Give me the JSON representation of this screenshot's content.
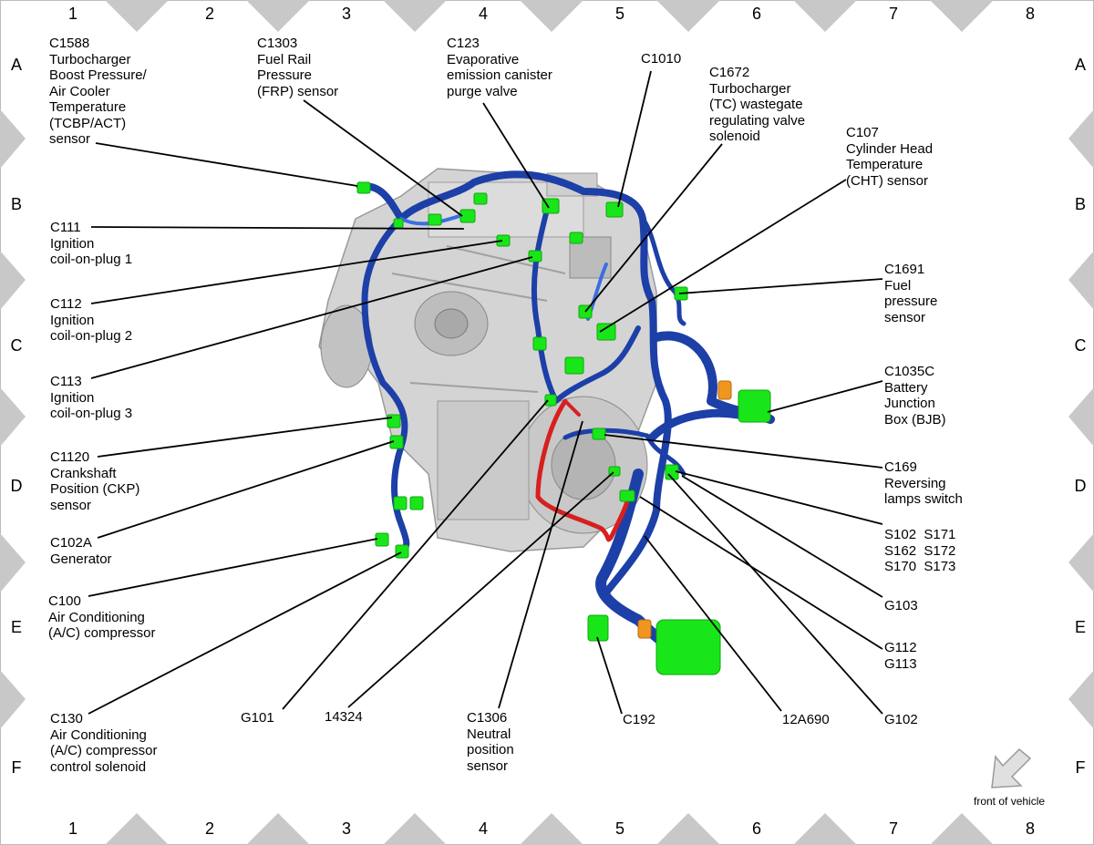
{
  "grid": {
    "columns": [
      "1",
      "2",
      "3",
      "4",
      "5",
      "6",
      "7",
      "8"
    ],
    "rows": [
      "A",
      "B",
      "C",
      "D",
      "E",
      "F"
    ]
  },
  "colors": {
    "harness": "#1c3fa8",
    "harness_highlight": "#3a6fe0",
    "connector": "#19e619",
    "red_wire": "#d81f1f",
    "orange_part": "#f0961e",
    "border_triangle": "#c8c8c8",
    "engine": "#d2d2d2"
  },
  "labels": {
    "c1588": "C1588\nTurbocharger\nBoost Pressure/\nAir Cooler\nTemperature\n(TCBP/ACT)\nsensor",
    "c1303": "C1303\nFuel Rail\nPressure\n(FRP) sensor",
    "c123": "C123\nEvaporative\nemission canister\npurge valve",
    "c1010": "C1010",
    "c1672": "C1672\nTurbocharger\n(TC) wastegate\nregulating valve\nsolenoid",
    "c107": "C107\nCylinder Head\nTemperature\n(CHT) sensor",
    "c111": "C111\nIgnition\ncoil-on-plug 1",
    "c112": "C112\nIgnition\ncoil-on-plug 2",
    "c113": "C113\nIgnition\ncoil-on-plug 3",
    "c1691": "C1691\nFuel\npressure\nsensor",
    "c1035c": "C1035C\nBattery\nJunction\nBox (BJB)",
    "c1120": "C1120\nCrankshaft\nPosition (CKP)\nsensor",
    "c169": "C169\nReversing\nlamps switch",
    "splices": "S102  S171\nS162  S172\nS170  S173",
    "c102a": "C102A\nGenerator",
    "g103": "G103",
    "c100": "C100\nAir Conditioning\n(A/C) compressor",
    "g112": "G112\nG113",
    "c130": "C130\nAir Conditioning\n(A/C) compressor\ncontrol solenoid",
    "g101": "G101",
    "p14324": "14324",
    "c1306": "C1306\nNeutral\nposition\nsensor",
    "c192": "C192",
    "p12a690": "12A690",
    "g102": "G102"
  },
  "footer_note": "front of vehicle",
  "icons": {
    "front_arrow": "front-of-vehicle-arrow-icon"
  }
}
